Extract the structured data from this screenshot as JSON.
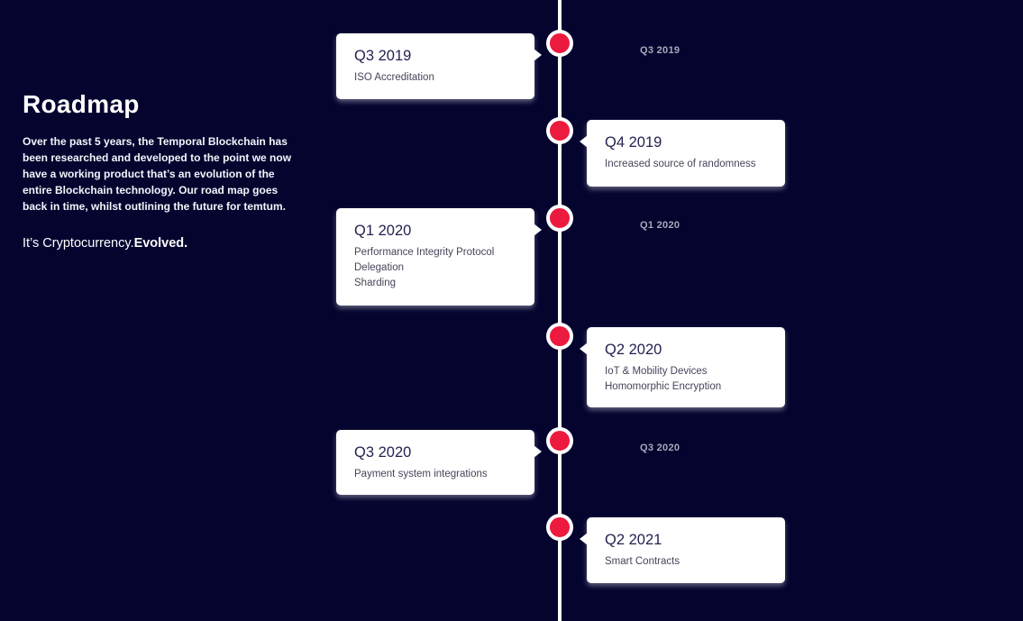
{
  "colors": {
    "background": "#04042f",
    "accent_red": "#ec1a3e",
    "card_background": "#ffffff",
    "card_title": "#232350",
    "ghost_label": "#a9a9b9",
    "timeline_line": "#ffffff"
  },
  "intro": {
    "title": "Roadmap",
    "description": "Over the past 5 years, the Temporal Blockchain has been researched and developed to the point we now have a working product that’s an evolution of the entire Blockchain technology. Our road map goes back in time, whilst outlining the future for temtum.",
    "tagline_normal": "It’s Cryptocurrency.",
    "tagline_bold": "Evolved."
  },
  "timeline": {
    "milestones": [
      {
        "quarter": "Q3 2019",
        "side": "left",
        "items": [
          "ISO Accreditation"
        ]
      },
      {
        "quarter": "Q4 2019",
        "side": "right",
        "items": [
          "Increased source of randomness"
        ]
      },
      {
        "quarter": "Q1 2020",
        "side": "left",
        "items": [
          "Performance Integrity Protocol",
          "Delegation",
          "Sharding"
        ]
      },
      {
        "quarter": "Q2 2020",
        "side": "right",
        "items": [
          "IoT & Mobility Devices",
          "Homomorphic Encryption"
        ]
      },
      {
        "quarter": "Q3 2020",
        "side": "left",
        "items": [
          "Payment system integrations"
        ]
      },
      {
        "quarter": "Q2 2021",
        "side": "right",
        "items": [
          "Smart Contracts"
        ]
      }
    ],
    "ghost_labels": [
      {
        "label": "Q3 2019"
      },
      {
        "label": "Q1 2020"
      },
      {
        "label": "Q3 2020"
      }
    ]
  }
}
